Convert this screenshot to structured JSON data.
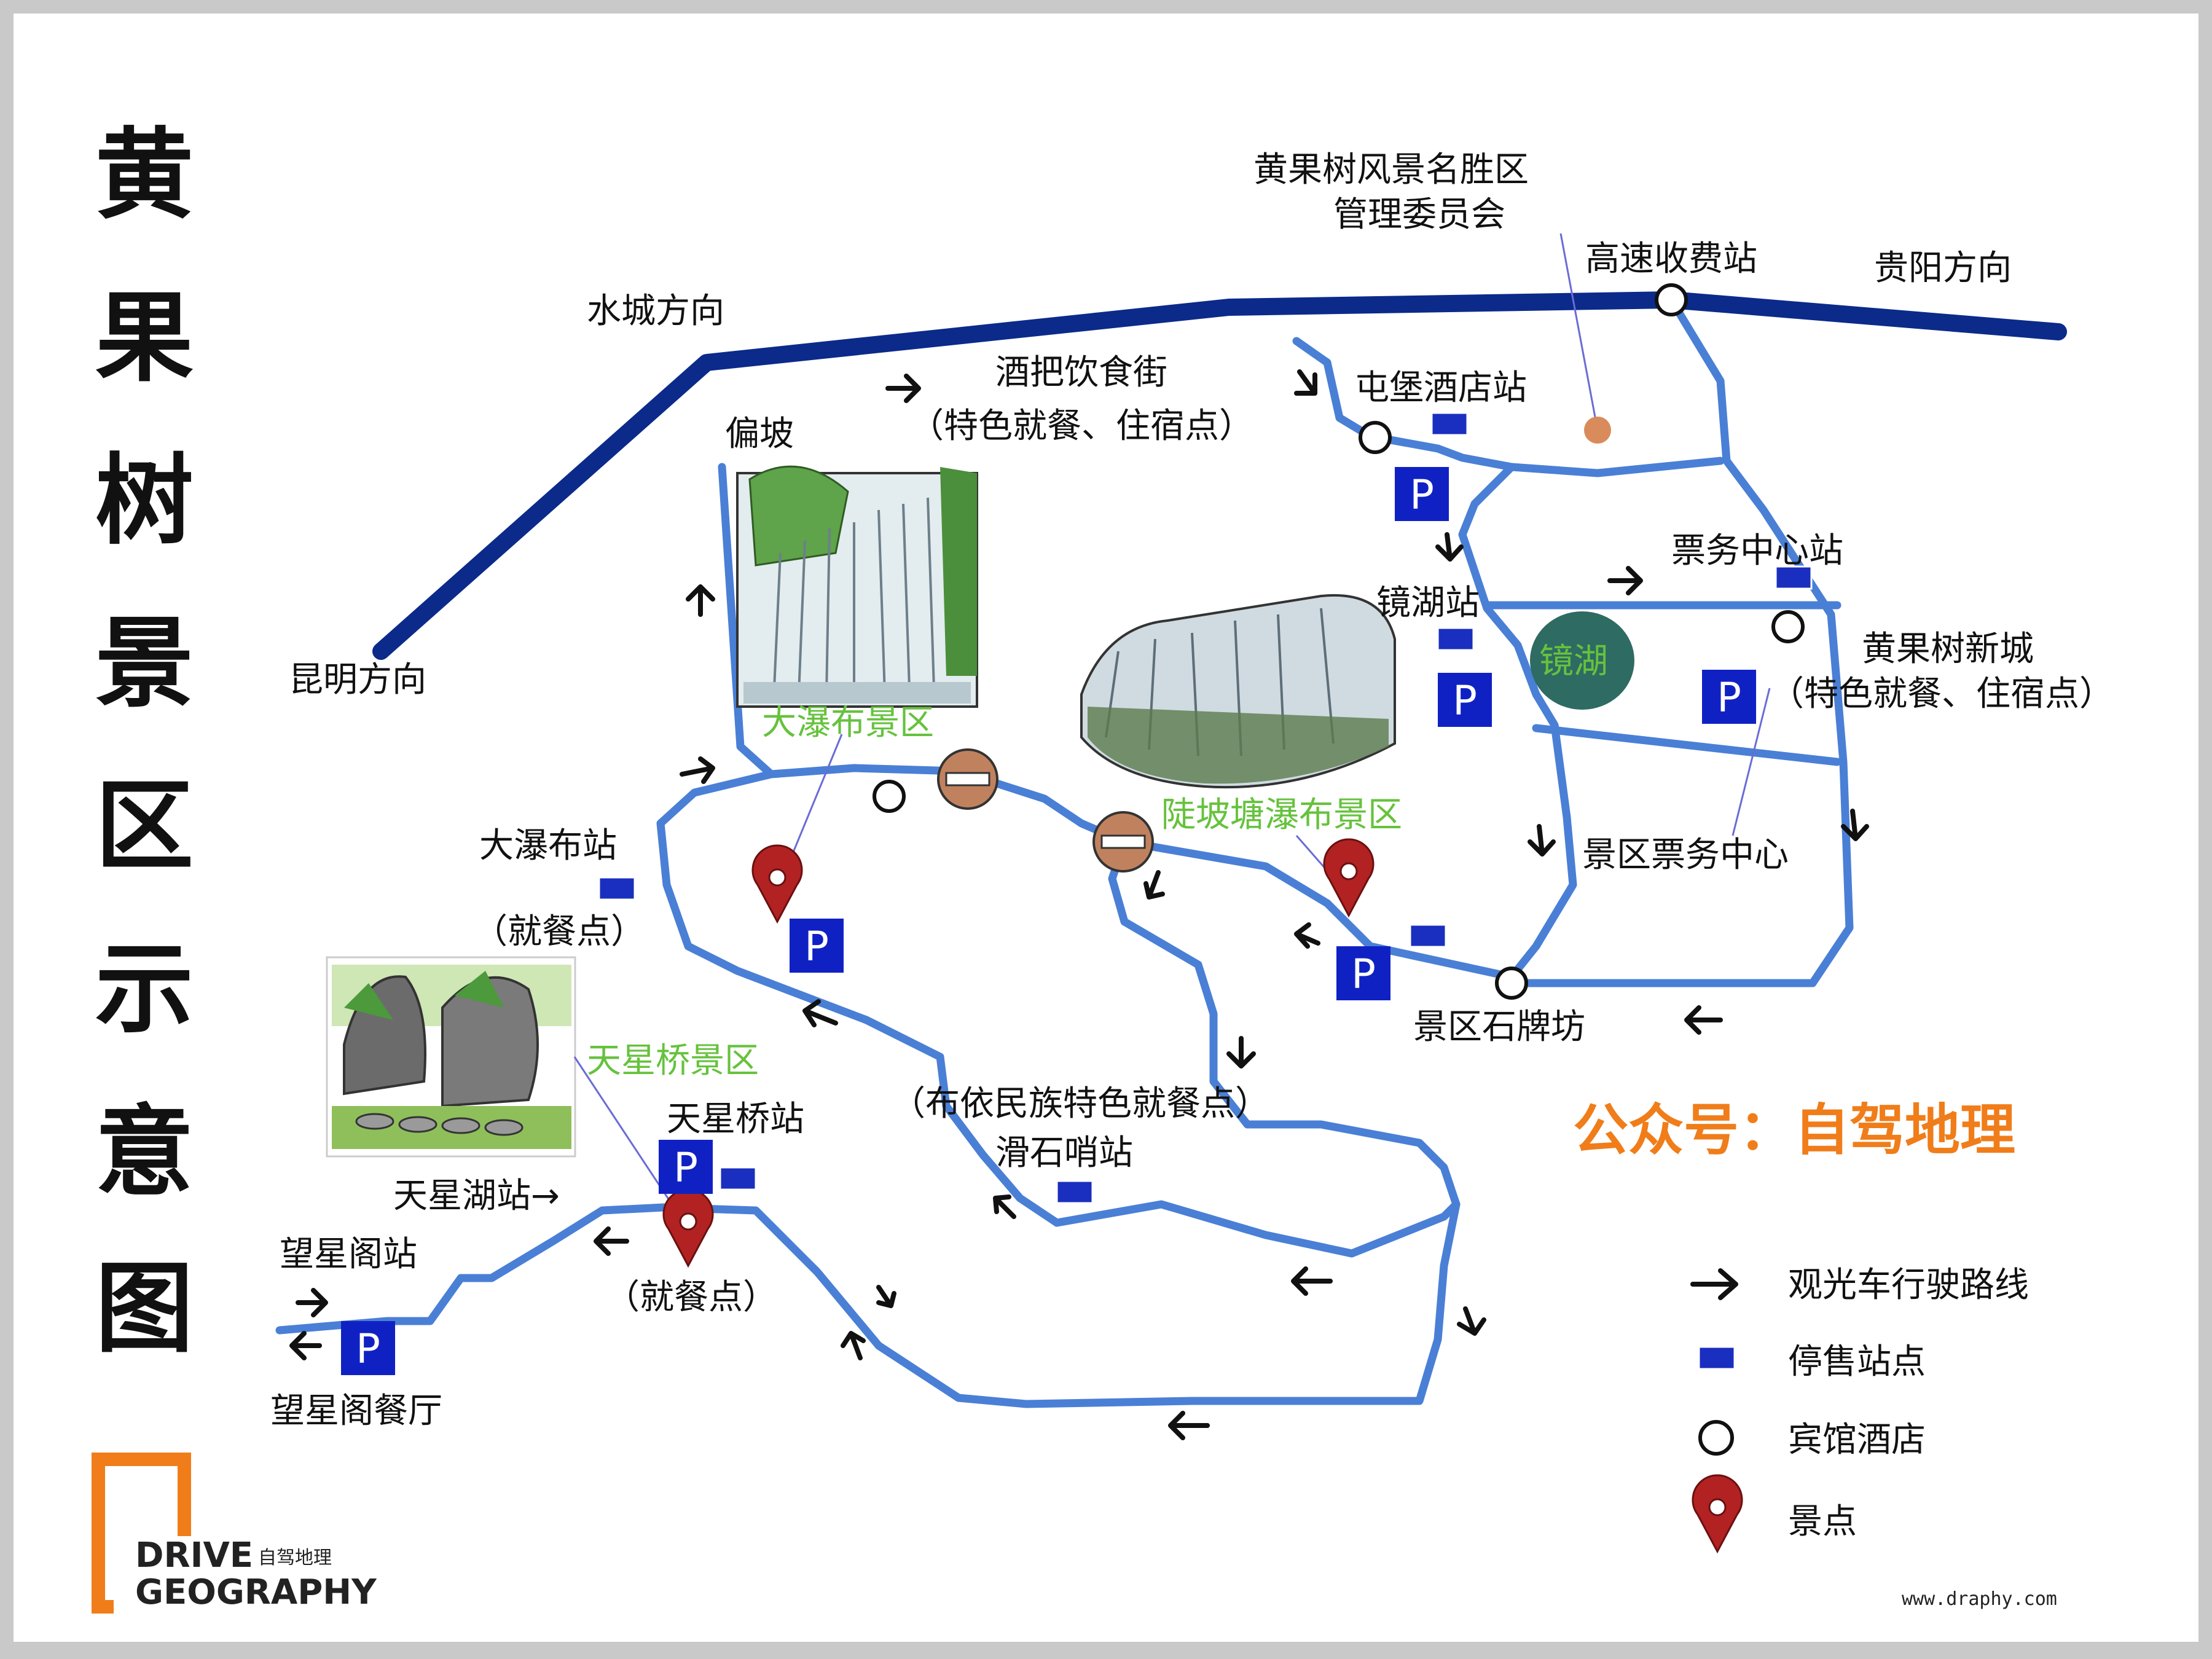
{
  "title": "黄果树景区示意图",
  "title_chars": [
    "黄",
    "果",
    "树",
    "景",
    "区",
    "示",
    "意",
    "图"
  ],
  "colors": {
    "highway": "#0b2a8a",
    "route": "#4a7fd6",
    "title": "#111111",
    "scenic_label": "#66c23d",
    "brand_orange": "#f07d1a",
    "stop_badge": "#1a2fbf",
    "parking": "#1021c4",
    "pin": "#b22222",
    "no_entry": "#c0825e",
    "admin_dot": "#d98b5c"
  },
  "directions": {
    "shuicheng": "水城方向",
    "kunming": "昆明方向",
    "guiyang": "贵阳方向"
  },
  "labels": {
    "piandpo": "偏坡",
    "jiuba_1": "酒把饮食街",
    "jiuba_2": "（特色就餐、住宿点）",
    "admin_1": "黄果树风景名胜区",
    "admin_2": "管理委员会",
    "toll": "高速收费站",
    "tunbao": "屯堡酒店站",
    "piaowu_station": "票务中心站",
    "jinghu_station": "镜湖站",
    "jinghu_lake": "镜湖",
    "xincheng_1": "黄果树新城",
    "xincheng_2": "（特色就餐、住宿点）",
    "scenic_ticket": "景区票务中心",
    "paifang": "景区石牌坊",
    "dapubu_area": "大瀑布景区",
    "doupotang_area": "陡坡塘瀑布景区",
    "dapubu_station": "大瀑布站",
    "dining_1": "（就餐点）",
    "buyi": "（布依民族特色就餐点）",
    "huashishao": "滑石哨站",
    "tianxing_area": "天星桥景区",
    "tianxing_station": "天星桥站",
    "tianxinghu": "天星湖站→",
    "wangxingge": "望星阁站",
    "dining_2": "（就餐点）",
    "wangxingge_rest": "望星阁餐厅"
  },
  "parking_symbol": "P",
  "watermark": "公众号：自驾地理",
  "legend": [
    {
      "icon": "arrow-icon",
      "text": "观光车行驶路线"
    },
    {
      "icon": "stop-icon",
      "text": "停售站点"
    },
    {
      "icon": "hotel-icon",
      "text": "宾馆酒店"
    },
    {
      "icon": "pin-icon",
      "text": "景点"
    }
  ],
  "logo": {
    "line1": "DRIVE",
    "line1_cn": "自驾地理",
    "line2": "GEOGRAPHY"
  },
  "website": "www.draphy.com"
}
